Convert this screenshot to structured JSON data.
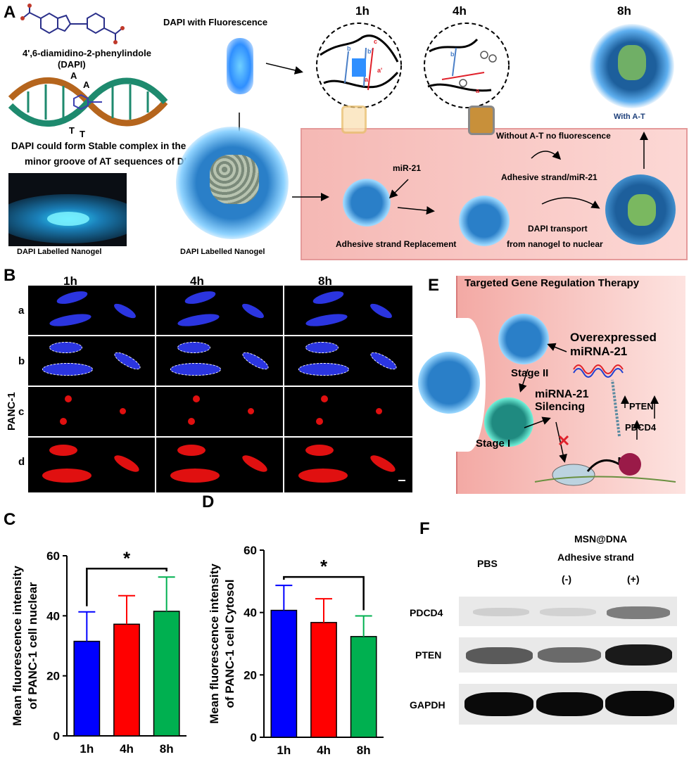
{
  "panelA": {
    "label": "A",
    "dapi_name": "4',6-diamidino-2-phenylindole",
    "dapi_abbr": "(DAPI)",
    "dapi_fluor": "DAPI with Fluorescence",
    "base_a1": "A",
    "base_a2": "A",
    "base_t1": "T",
    "base_t2": "T",
    "stable_complex_line1": "DAPI could form Stable complex in the",
    "stable_complex_line2": "minor groove of AT sequences of DNA",
    "photo_caption": "DAPI Labelled Nanogel",
    "nanogel_caption": "DAPI Labelled Nanogel",
    "t1h": "1h",
    "t4h": "4h",
    "t8h": "8h",
    "strand_b": "b",
    "strand_b_prime": "b'",
    "strand_c": "c",
    "strand_a": "a",
    "strand_a_prime": "a'",
    "strand_b2": "b",
    "strand_a2": "a",
    "with_at": "With A-T",
    "without_at": "Without A-T no fluorescence",
    "mir21": "miR-21",
    "adhesive_mir21": "Adhesive strand/miR-21",
    "adhesive_replacement": "Adhesive strand  Replacement",
    "dapi_transport_1": "DAPI transport",
    "dapi_transport_2": "from nanogel to nuclear"
  },
  "panelB": {
    "label": "B",
    "cols": [
      "1h",
      "4h",
      "8h"
    ],
    "rows": [
      "a",
      "b",
      "c",
      "d"
    ],
    "cell_line": "PANC-1"
  },
  "panelE": {
    "label": "E",
    "title": "Targeted Gene Regulation Therapy",
    "stage2": "Stage II",
    "stage1": "Stage I",
    "overexpressed_1": "Overexpressed",
    "overexpressed_2": "miRNA-21",
    "silencing_1": "miRNA-21",
    "silencing_2": "Silencing",
    "pten": "PTEN",
    "pdcd4": "PDCD4"
  },
  "panelF": {
    "label": "F",
    "header_msn": "MSN@DNA",
    "header_adhesive": "Adhesive strand",
    "col_pbs": "PBS",
    "col_minus": "(-)",
    "col_plus": "(+)",
    "rows": [
      "PDCD4",
      "PTEN",
      "GAPDH"
    ]
  },
  "chart_data": [
    {
      "panel": "C",
      "type": "bar",
      "categories": [
        "1h",
        "4h",
        "8h"
      ],
      "values": [
        31.5,
        37.2,
        41.5
      ],
      "errors": [
        9.8,
        9.5,
        11.4
      ],
      "colors": [
        "#0000ff",
        "#ff0000",
        "#00b050"
      ],
      "ylabel_line1": "Mean fluorescence intensity",
      "ylabel_line2": "of PANC-1 cell nuclear",
      "ylim": [
        0,
        60
      ],
      "yticks": [
        "0",
        "20",
        "40",
        "60"
      ],
      "significance": "*",
      "significance_between": [
        "1h",
        "8h"
      ]
    },
    {
      "panel": "D",
      "type": "bar",
      "categories": [
        "1h",
        "4h",
        "8h"
      ],
      "values": [
        40.7,
        36.8,
        32.3
      ],
      "errors": [
        8.0,
        7.6,
        6.6
      ],
      "colors": [
        "#0000ff",
        "#ff0000",
        "#00b050"
      ],
      "ylabel_line1": "Mean fluorescence intensity",
      "ylabel_line2": "of PANC-1 cell Cytosol",
      "ylim": [
        0,
        60
      ],
      "yticks": [
        "0",
        "20",
        "40",
        "60"
      ],
      "significance": "*",
      "significance_between": [
        "1h",
        "8h"
      ]
    }
  ],
  "chart_labels": {
    "C": "C",
    "D": "D"
  }
}
